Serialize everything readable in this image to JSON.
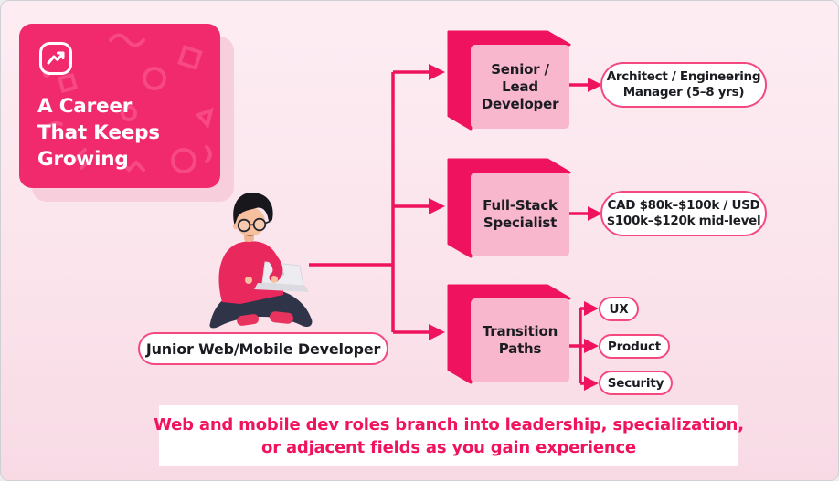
{
  "colors": {
    "accent": "#EF135F",
    "card_bg": "#F02A6C",
    "box_face": "#F8B7CC",
    "pill_border": "#F4487F",
    "banner_text": "#F0135D",
    "background_top": "#FDEDF3",
    "background_bottom": "#F8DAE5"
  },
  "card": {
    "icon": "trend-up-icon",
    "title_lines": [
      "A Career",
      "That Keeps",
      "Growing"
    ]
  },
  "flow": {
    "start": {
      "label": "Junior Web/Mobile Developer"
    },
    "stages": [
      {
        "label_lines": [
          "Senior / Lead",
          "Developer"
        ],
        "outcome_lines": [
          "Architect / Engineering",
          "Manager (5–8 yrs)"
        ]
      },
      {
        "label_lines": [
          "Full-Stack",
          "Specialist"
        ],
        "outcome_lines": [
          "CAD $80k–$100k / USD",
          "$100k–$120k mid-level"
        ]
      },
      {
        "label_lines": [
          "Transition",
          "Paths"
        ],
        "outcomes": [
          "UX",
          "Product",
          "Security"
        ]
      }
    ]
  },
  "footer": {
    "lines": [
      "Web and mobile dev roles branch into leadership, specialization,",
      "or adjacent fields as you gain experience"
    ]
  }
}
